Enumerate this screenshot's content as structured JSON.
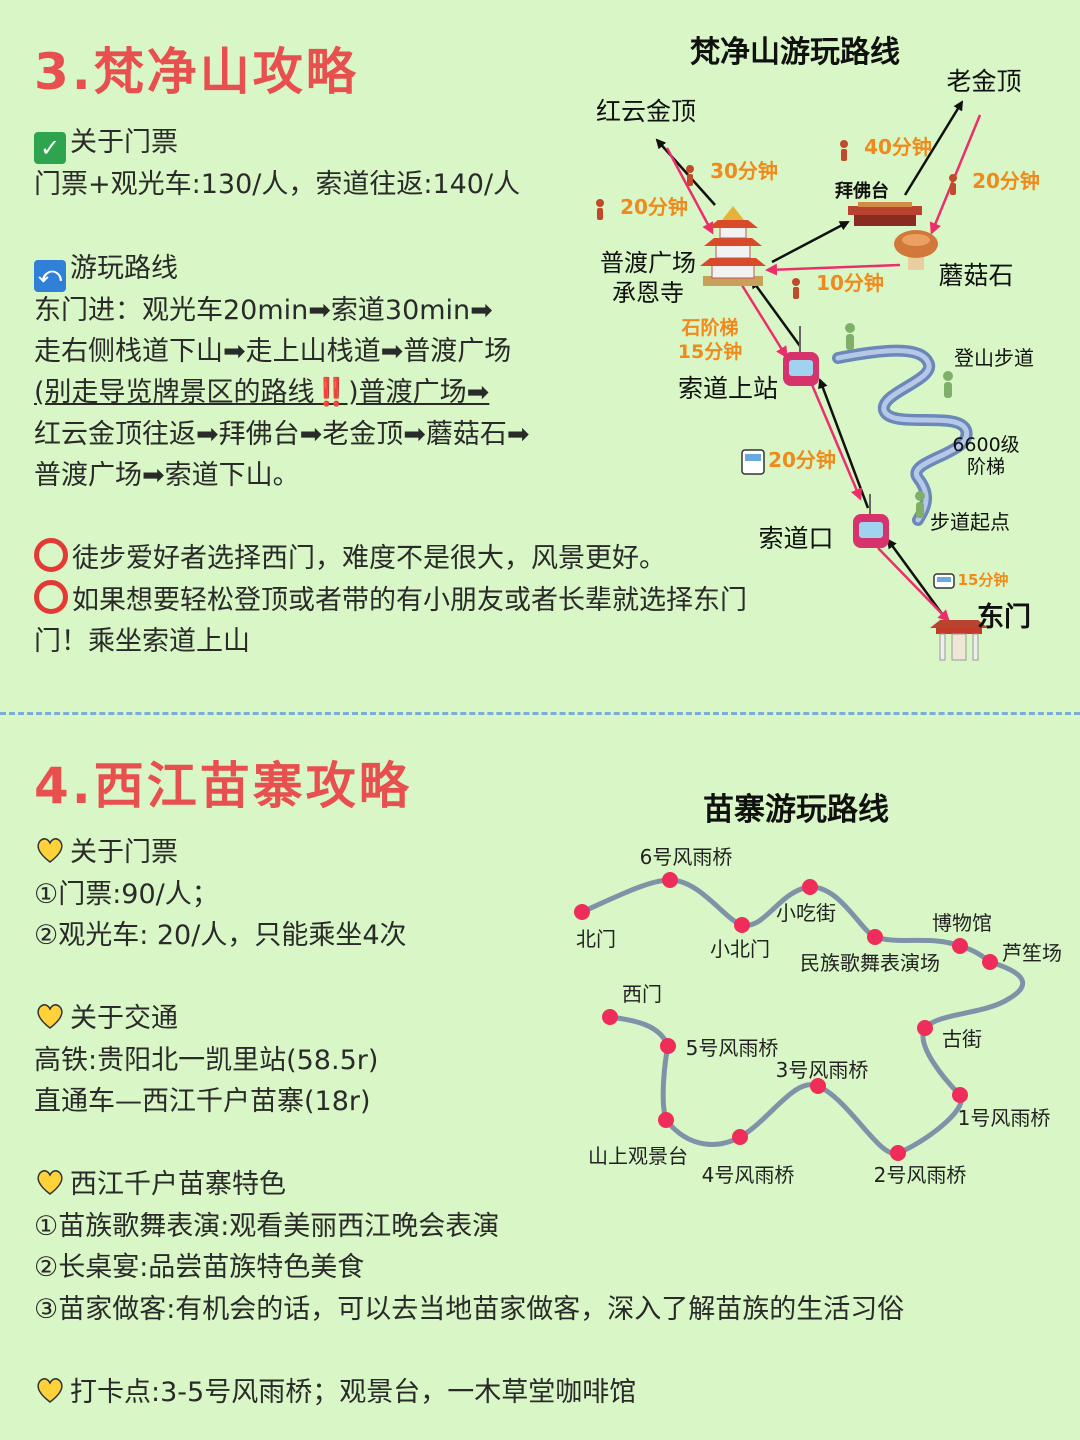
{
  "section1": {
    "title": "3.梵净山攻略",
    "ticket_head": "关于门票",
    "ticket_line": "门票+观光车:130/人，索道往返:140/人",
    "route_head": "游玩路线",
    "route_lines": [
      "东门进：观光车20min➡索道30min➡",
      "走右侧栈道下山➡走上山栈道➡普渡广场",
      "(别走导览牌景区的路线‼️)普渡广场➡",
      "红云金顶往返➡拜佛台➡老金顶➡蘑菇石➡",
      "普渡广场➡索道下山。"
    ],
    "tip1": "徒步爱好者选择西门，难度不是很大，风景更好。",
    "tip2a": "如果想要轻松登顶或者带的有小朋友或者长辈就选择东门",
    "tip2b": "门！乘坐索道上山",
    "map": {
      "title": "梵净山游玩路线",
      "labels": {
        "laojinding": "老金顶",
        "hongyun": "红云金顶",
        "baifotai": "拜佛台",
        "pudu1": "普渡广场",
        "pudu2": "承恩寺",
        "mogushi": "蘑菇石",
        "suodao_top": "索道上站",
        "dengshan": "登山步道",
        "steps1": "6600级",
        "steps2": "阶梯",
        "suodaokou": "索道口",
        "qidian": "步道起点",
        "dongmen": "东门",
        "shijieti1": "石阶梯",
        "shijieti2": "15分钟"
      },
      "times": {
        "t30": "30分钟",
        "t40": "40分钟",
        "t20a": "20分钟",
        "t20b": "20分钟",
        "t10": "10分钟",
        "t20c": "20分钟",
        "t15": "15分钟"
      }
    }
  },
  "section2": {
    "title": "4.西江苗寨攻略",
    "ticket_head": "关于门票",
    "ticket_lines": [
      "①门票:90/人；",
      "②观光车: 20/人，只能乘坐4次"
    ],
    "traffic_head": "关于交通",
    "traffic_lines": [
      "高铁:贵阳北一凯里站(58.5r)",
      "直通车—西江千户苗寨(18r)"
    ],
    "feature_head": "西江千户苗寨特色",
    "feature_lines": [
      "①苗族歌舞表演:观看美丽西江晚会表演",
      "②长桌宴:品尝苗族特色美食",
      "③苗家做客:有机会的话，可以去当地苗家做客，深入了解苗族的生活习俗"
    ],
    "checkin": "打卡点:3-5号风雨桥；观景台，一木草堂咖啡馆",
    "map": {
      "title": "苗寨游玩路线",
      "stops": {
        "beimen": "北门",
        "bridge6": "6号风雨桥",
        "xiaobeimen": "小北门",
        "xiaochijie": "小吃街",
        "minzu": "民族歌舞表演场",
        "bowuguan": "博物馆",
        "lusheng": "芦笙场",
        "gujie": "古街",
        "bridge1": "1号风雨桥",
        "bridge2": "2号风雨桥",
        "bridge3": "3号风雨桥",
        "bridge4": "4号风雨桥",
        "guanjingtai": "山上观景台",
        "bridge5": "5号风雨桥",
        "ximen": "西门"
      }
    }
  },
  "colors": {
    "bg": "#d9f7c6",
    "title": "#e8504f",
    "orange": "#f08a1c",
    "path": "#7e93a8",
    "dot": "#ee2d5a"
  }
}
